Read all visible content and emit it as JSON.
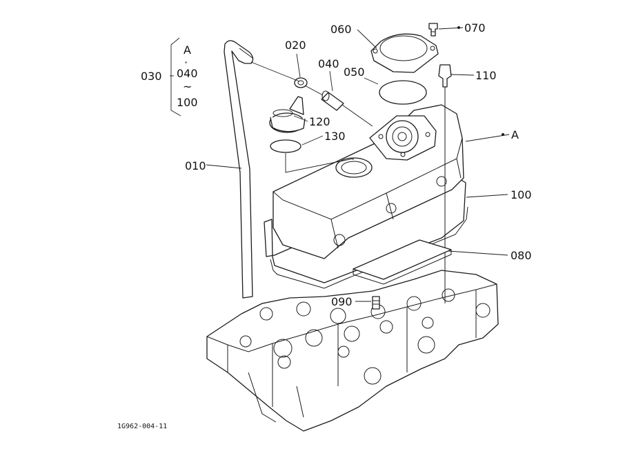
{
  "figure_code": "1G962-004-11",
  "callouts": {
    "c010": "010",
    "c020": "020",
    "c030": "030",
    "c040": "040",
    "c050": "050",
    "c060": "060",
    "c070": "070",
    "c080": "080",
    "c090": "090",
    "c100": "100",
    "c110": "110",
    "c120": "120",
    "c130": "130",
    "ref_a": "A"
  },
  "group_030": {
    "top": "A",
    "dot": "·",
    "from": "040",
    "tilde": "~",
    "to": "100"
  },
  "colors": {
    "line": "#1a1a1a",
    "background": "#ffffff"
  }
}
